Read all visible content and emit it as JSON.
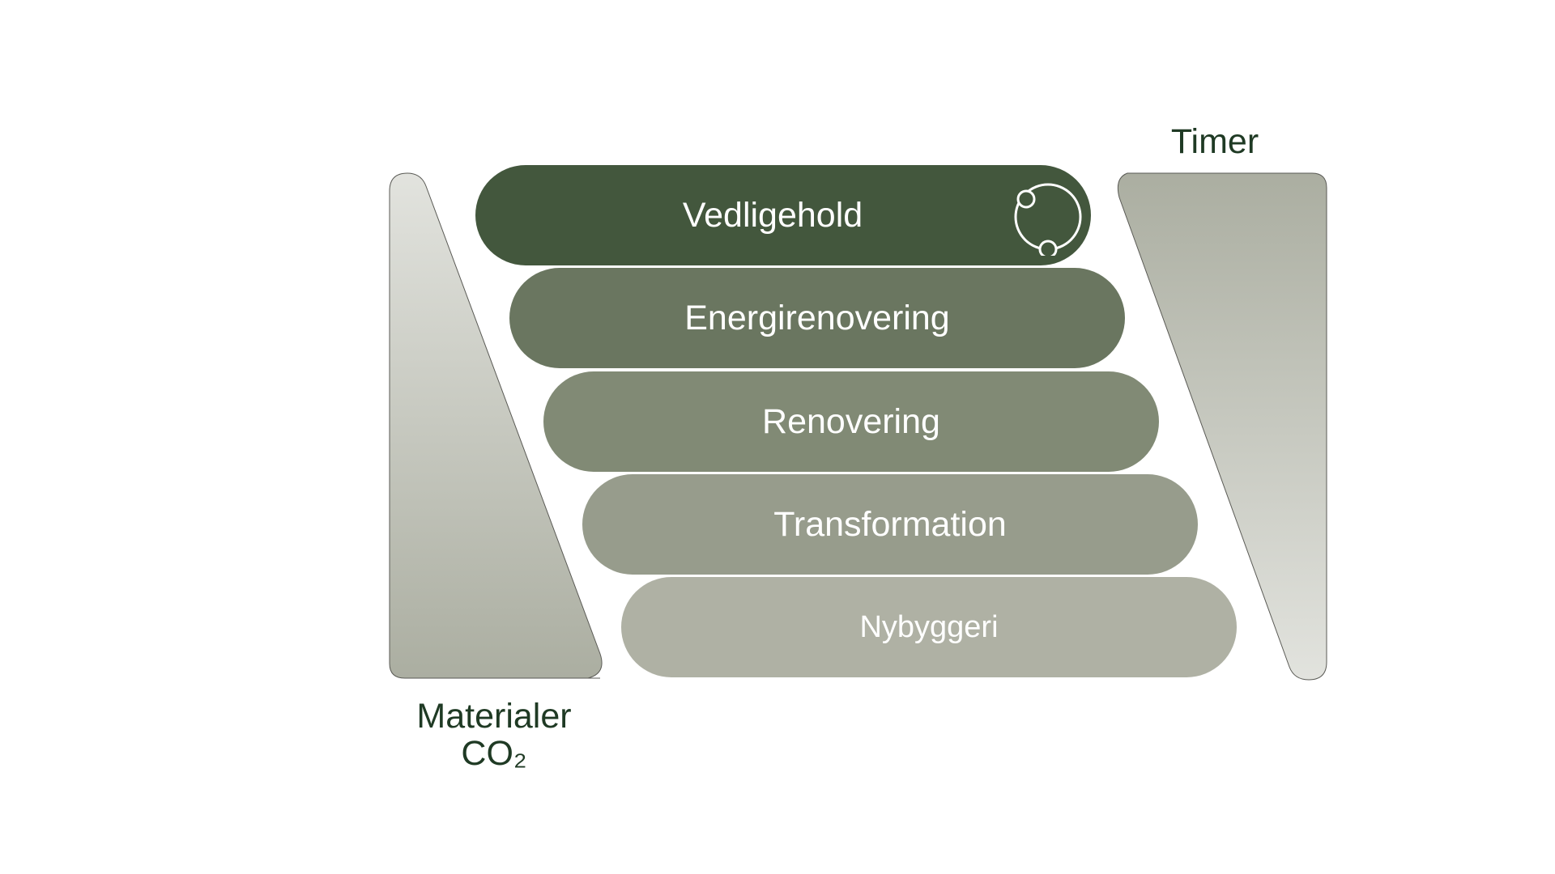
{
  "labels": {
    "timer": "Timer",
    "materialer_line1": "Materialer",
    "materialer_line2": "CO₂"
  },
  "levels": [
    {
      "label": "Vedligehold",
      "color": "#43573d"
    },
    {
      "label": "Energirenovering",
      "color": "#6a7660"
    },
    {
      "label": "Renovering",
      "color": "#818a75"
    },
    {
      "label": "Transformation",
      "color": "#979c8c"
    },
    {
      "label": "Nybyggeri",
      "color": "#afb1a4"
    }
  ],
  "colors": {
    "label_text": "#1f3a24",
    "wedge_light": "#e2e3de",
    "wedge_dark": "#abaea1",
    "pill_text": "#ffffff"
  },
  "icons": {
    "vedligehold": "cycle-icon"
  }
}
